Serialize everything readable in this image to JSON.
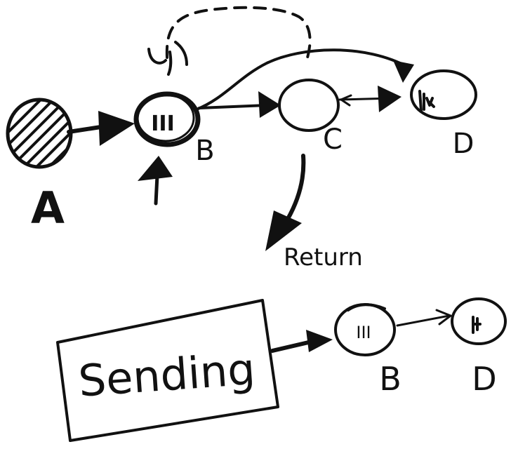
{
  "diagram": {
    "nodes": {
      "A": {
        "label": "A"
      },
      "B": {
        "label": "B",
        "marks": "III"
      },
      "C": {
        "label": "C"
      },
      "D": {
        "label": "D"
      }
    },
    "return_label": "Return",
    "bottom": {
      "sending_label": "Sending",
      "B_label": "B",
      "B_marks": "III",
      "D_label": "D"
    }
  },
  "colors": {
    "ink": "#111111",
    "background": "#ffffff"
  }
}
